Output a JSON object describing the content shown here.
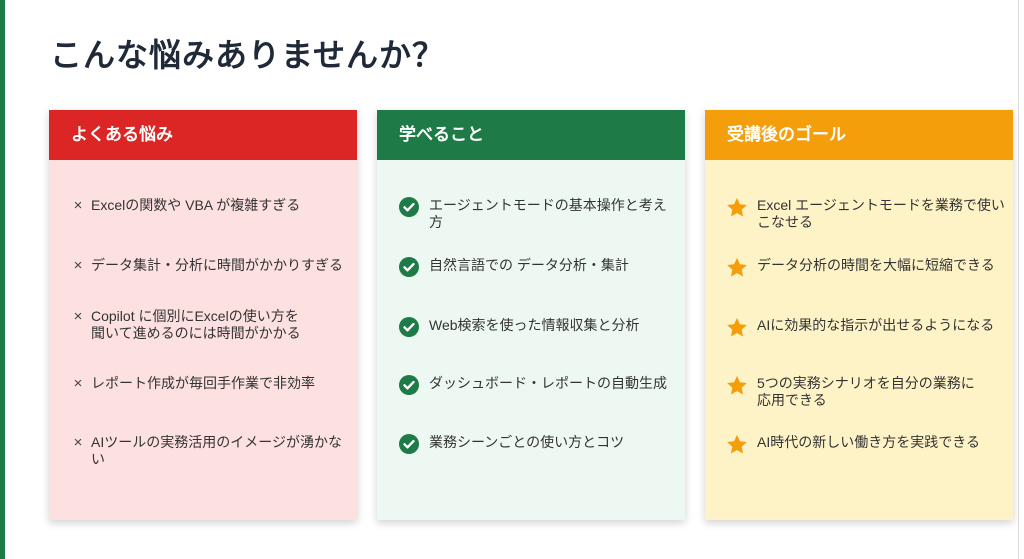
{
  "title": "こんな悩みありませんか？",
  "cards": [
    {
      "header": "よくある悩み",
      "color": "#dc2626",
      "icon": "times-icon",
      "icon_glyph": "×",
      "items": [
        "Excelの関数や VBA が複雑すぎる",
        "データ集計・分析に時間がかかりすぎる",
        "Copilot に個別にExcelの使い方を\n聞いて進めるのには時間がかかる",
        "レポート作成が毎回手作業で非効率",
        "AIツールの実務活用のイメージが湧かない"
      ]
    },
    {
      "header": "学べること",
      "color": "#1e7a47",
      "icon": "check-circle-icon",
      "items": [
        "エージェントモードの基本操作と考え方",
        "自然言語での データ分析・集計",
        "Web検索を使った情報収集と分析",
        "ダッシュボード・レポートの自動生成",
        "業務シーンごとの使い方とコツ"
      ]
    },
    {
      "header": "受講後のゴール",
      "color": "#f59e0b",
      "icon": "star-icon",
      "items": [
        "Excel エージェントモードを業務で使い\nこなせる",
        "データ分析の時間を大幅に短縮できる",
        "AIに効果的な指示が出せるようになる",
        "5つの実務シナリオを自分の業務に\n応用できる",
        "AI時代の新しい働き方を実践できる"
      ]
    }
  ]
}
